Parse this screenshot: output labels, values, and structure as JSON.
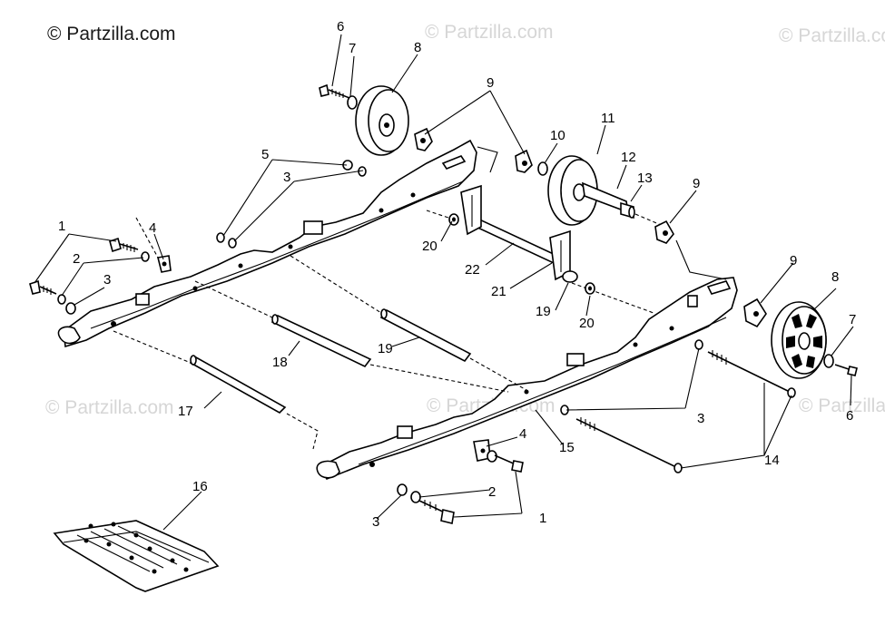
{
  "watermarks": {
    "main": "© Partzilla.com",
    "faint": "© Partzilla.com"
  },
  "callouts": [
    {
      "id": "c6a",
      "label": "6"
    },
    {
      "id": "c7a",
      "label": "7"
    },
    {
      "id": "c8a",
      "label": "8"
    },
    {
      "id": "c9a",
      "label": "9"
    },
    {
      "id": "c10",
      "label": "10"
    },
    {
      "id": "c11",
      "label": "11"
    },
    {
      "id": "c12",
      "label": "12"
    },
    {
      "id": "c13",
      "label": "13"
    },
    {
      "id": "c9b",
      "label": "9"
    },
    {
      "id": "c5",
      "label": "5"
    },
    {
      "id": "c3a",
      "label": "3"
    },
    {
      "id": "c1a",
      "label": "1"
    },
    {
      "id": "c4a",
      "label": "4"
    },
    {
      "id": "c2a",
      "label": "2"
    },
    {
      "id": "c3b",
      "label": "3"
    },
    {
      "id": "c20a",
      "label": "20"
    },
    {
      "id": "c22",
      "label": "22"
    },
    {
      "id": "c21",
      "label": "21"
    },
    {
      "id": "c19a",
      "label": "19"
    },
    {
      "id": "c20b",
      "label": "20"
    },
    {
      "id": "c9c",
      "label": "9"
    },
    {
      "id": "c8b",
      "label": "8"
    },
    {
      "id": "c7b",
      "label": "7"
    },
    {
      "id": "c6b",
      "label": "6"
    },
    {
      "id": "c18",
      "label": "18"
    },
    {
      "id": "c19b",
      "label": "19"
    },
    {
      "id": "c17",
      "label": "17"
    },
    {
      "id": "c3c",
      "label": "3"
    },
    {
      "id": "c15",
      "label": "15"
    },
    {
      "id": "c4b",
      "label": "4"
    },
    {
      "id": "c14",
      "label": "14"
    },
    {
      "id": "c2b",
      "label": "2"
    },
    {
      "id": "c3d",
      "label": "3"
    },
    {
      "id": "c1b",
      "label": "1"
    },
    {
      "id": "c16",
      "label": "16"
    }
  ]
}
